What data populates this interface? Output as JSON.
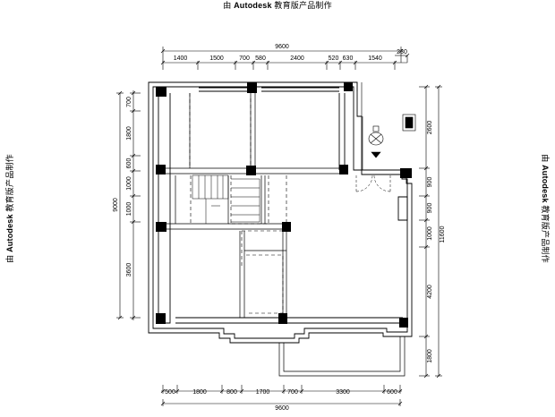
{
  "watermark": {
    "prefix": "由 ",
    "brand": "Autodesk",
    "suffix": " 教育版产品制作"
  },
  "top_dimensions": {
    "total": "9600",
    "segments": [
      "1400",
      "1500",
      "700",
      "580",
      "2400",
      "520",
      "630",
      "1540"
    ],
    "extra": "230"
  },
  "bottom_dimensions": {
    "total": "9600",
    "segments": [
      "500",
      "1800",
      "800",
      "1700",
      "700",
      "3300",
      "600"
    ]
  },
  "left_dimensions": {
    "total": "9000",
    "segments": [
      "700",
      "1800",
      "600",
      "1000",
      "1000",
      "3600"
    ]
  },
  "right_dimensions": {
    "total": "11600",
    "segments": [
      "2600",
      "900",
      "900",
      "1000",
      "4200",
      "1800"
    ]
  }
}
